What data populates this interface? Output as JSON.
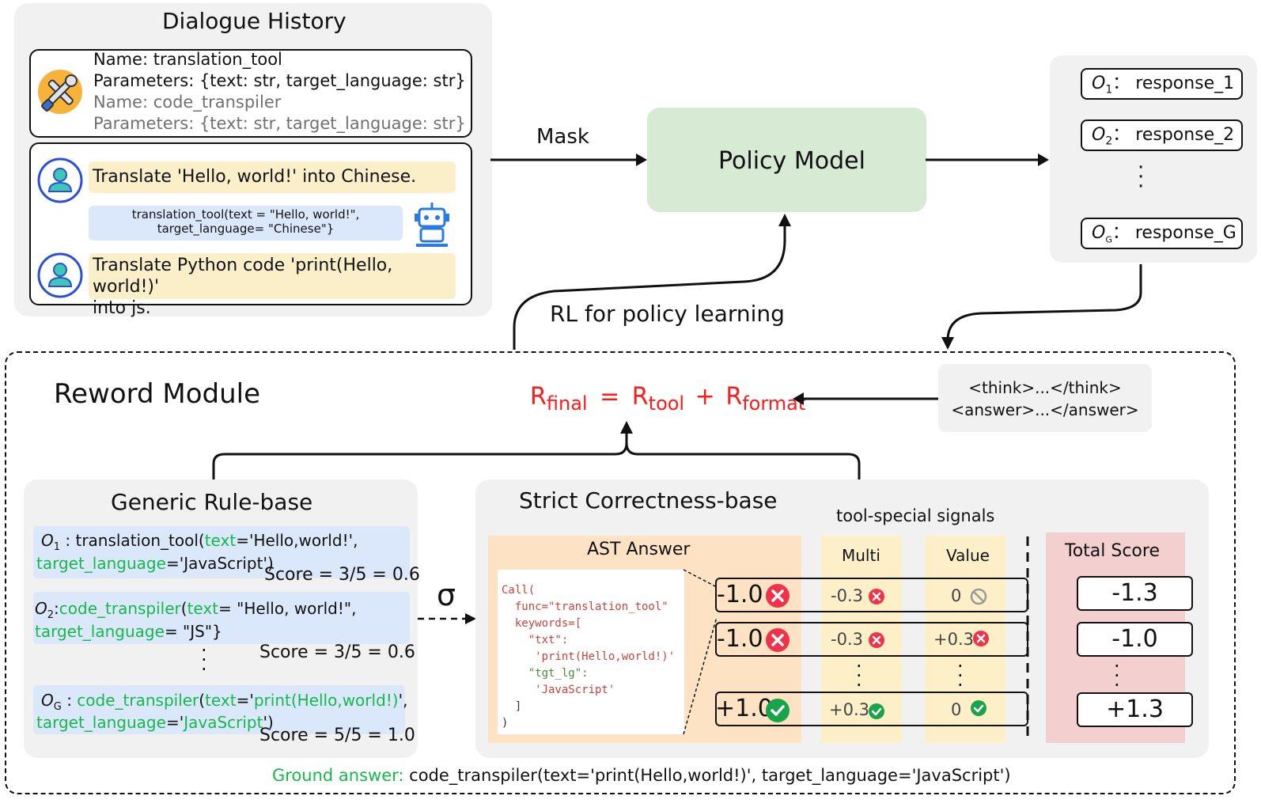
{
  "dialogue": {
    "title": "Dialogue History",
    "tool1_name": "Name: translation_tool",
    "tool1_params": "Parameters: {text: str, target_language: str}",
    "tool2_name": "Name: code_transpiler",
    "tool2_params": "Parameters: {text: str, target_language: str}",
    "user1": "Translate 'Hello, world!' into Chinese.",
    "assistant_call_line1": "translation_tool(text = \"Hello, world!\",",
    "assistant_call_line2": "target_language= \"Chinese\"}",
    "user2_line1": "Translate Python code 'print(Hello, world!)'",
    "user2_line2": "into js."
  },
  "flow": {
    "mask_label": "Mask",
    "policy_model": "Policy Model",
    "rl_label": "RL for policy learning"
  },
  "responses": {
    "o1_sub": "1",
    "o1_text": " response_1",
    "o2_sub": "2",
    "o2_text": " response_2",
    "og_sub": "G",
    "og_text": " response_G",
    "colon": "："
  },
  "reward": {
    "title": "Reword Module",
    "formula_r": "R",
    "formula_final": "final",
    "formula_eq": "=",
    "formula_tool": "tool",
    "formula_plus": "+",
    "formula_format": "format",
    "think_tag": "<think>...</think>",
    "answer_tag": "<answer>...</answer>"
  },
  "generic": {
    "title": "Generic Rule-base",
    "o1_head": ": translation_tool(",
    "o1_k1": "text",
    "o1_v1": "='Hello,world!',",
    "o1_k2": "target_language",
    "o1_v2": "='JavaScript')",
    "o1_score": "Score = 3/5 = 0.6",
    "o2_head": ":",
    "o2_fn": "code_transpiler",
    "o2_k1": "text",
    "o2_v1": "= \"Hello, world!\",",
    "o2_k2": "target_language",
    "o2_v2": "= \"JS\"}",
    "o2_score": "Score = 3/5 = 0.6",
    "og_head": ":",
    "og_fn": "code_transpiler",
    "og_k1": "text",
    "og_v1": "print(Hello,world!)",
    "og_k2": "target_language",
    "og_v2": "JavaScript",
    "og_score": "Score = 5/5 = 1.0",
    "sigma": "σ"
  },
  "strict": {
    "title": "Strict Correctness-base",
    "signals_title": "tool-special signals",
    "ast_title": "AST Answer",
    "multi_title": "Multi",
    "value_title": "Value",
    "total_title": "Total Score",
    "code_lines": [
      "Call(",
      "  func=\"translation_tool\"",
      "  keywords=[",
      "    \"txt\":",
      "     'print(Hello,world!)'",
      "    \"tgt_lg\":",
      "     'JavaScript'",
      "  ]",
      ")"
    ],
    "rows": [
      {
        "main": "-1.0",
        "multi": "-0.3",
        "value": "0",
        "total": "-1.3"
      },
      {
        "main": "-1.0",
        "multi": "-0.3",
        "value": "+0.3",
        "total": "-1.0"
      },
      {
        "main": "+1.0",
        "multi": "+0.3",
        "value": "0",
        "total": "+1.3"
      }
    ]
  },
  "ground": {
    "label": "Ground answer:",
    "text": " code_transpiler(text='print(Hello,world!)', target_language='JavaScript')"
  },
  "colors": {
    "panel": "#f1f1f1",
    "policy_green": "#d6ead4",
    "yellow": "#fbefc9",
    "blue": "#dbe8fb",
    "ast_orange": "#fde3c4",
    "total_pink": "#f3cfcf",
    "signal_yellow": "#fdf0c8",
    "red": "#ff1a1a",
    "green": "#16b84a",
    "x_red": "#f0334b",
    "check_green": "#19a34a",
    "avatar_teal": "#3ec7b6",
    "avatar_blue": "#2a4fd8"
  }
}
